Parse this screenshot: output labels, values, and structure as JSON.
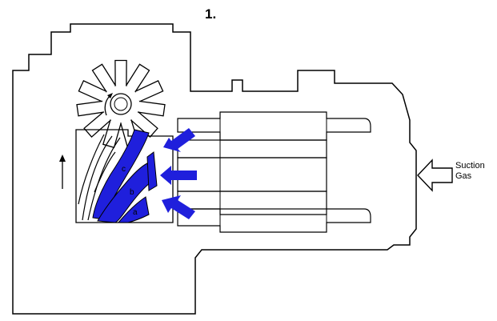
{
  "step_label": "1.",
  "suction_label": {
    "line1": "Suction",
    "line2": "Gas"
  },
  "markers": {
    "c": "c",
    "b": "b",
    "a": "a"
  },
  "colors": {
    "compressed_gas": "#1f1fdc",
    "outline": "#000000",
    "background": "#ffffff"
  }
}
